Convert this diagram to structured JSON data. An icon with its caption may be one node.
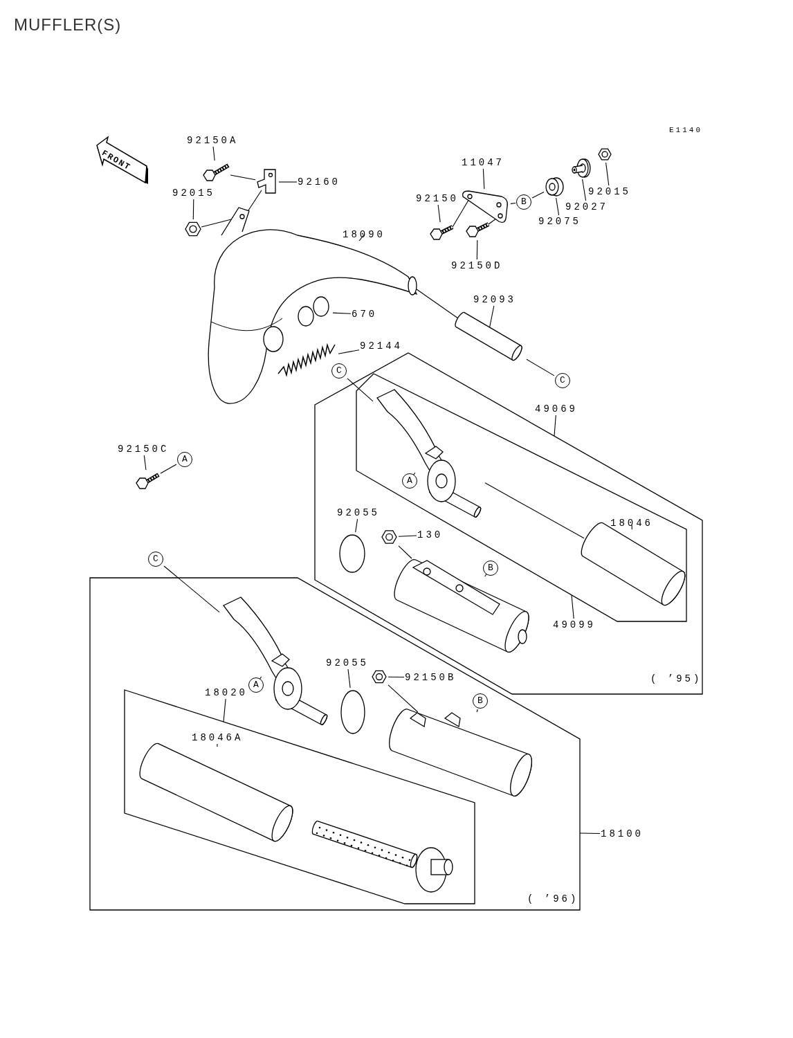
{
  "diagram": {
    "title": "MUFFLER(S)",
    "nodes": [
      {
        "text": [
          "92150A"
        ]
      },
      {
        "text": [],
        "shape": "picture"
      },
      {
        "text": [
          "92160"
        ]
      },
      {
        "text": [],
        "shape": "picture"
      },
      {
        "text": [
          "92015"
        ]
      },
      {
        "text": [],
        "shape": "picture"
      },
      {
        "text": [
          "18090"
        ]
      },
      {
        "text": [],
        "shape": "picture"
      },
      {
        "text": [
          "670"
        ]
      },
      {
        "text": [],
        "shape": "picture"
      },
      {
        "text": [
          "92144"
        ]
      },
      {
        "text": [],
        "shape": "picture"
      },
      {
        "text": [
          "11047"
        ]
      },
      {
        "text": [],
        "shape": "picture"
      },
      {
        "text": [
          "92150"
        ]
      },
      {
        "text": [],
        "shape": "picture"
      },
      {
        "text": [
          "92150D"
        ]
      },
      {
        "text": [],
        "shape": "picture"
      },
      {
        "text": [
          "B"
        ]
      },
      {
        "text": [],
        "shape": "picture"
      },
      {
        "text": [
          "92075"
        ]
      },
      {
        "text": [],
        "shape": "picture"
      },
      {
        "text": [
          "92027"
        ]
      },
      {
        "text": [],
        "shape": "picture"
      },
      {
        "text": [
          "92015"
        ]
      },
      {
        "text": [
          "92093"
        ]
      },
      {
        "text": [],
        "shape": "picture"
      },
      {
        "text": [
          "C"
        ]
      },
      {
        "text": [
          "C"
        ]
      },
      {
        "text": [],
        "shape": "box"
      },
      {
        "text": [
          "49069"
        ]
      },
      {
        "text": [],
        "shape": "box",
        "in": 29
      },
      {
        "text": [
          "49099"
        ],
        "in": 29
      },
      {
        "text": [],
        "shape": "picture",
        "in": 31
      },
      {
        "text": [
          "A"
        ],
        "in": 31
      },
      {
        "text": [
          "18046"
        ],
        "in": 31
      },
      {
        "text": [],
        "shape": "picture",
        "in": 31
      },
      {
        "text": [
          "92055"
        ],
        "in": 29
      },
      {
        "text": [],
        "shape": "circle",
        "in": 29
      },
      {
        "text": [
          "130"
        ],
        "in": 29
      },
      {
        "text": [],
        "shape": "picture",
        "in": 29
      },
      {
        "text": [],
        "shape": "picture",
        "in": 29
      },
      {
        "text": [
          "B"
        ],
        "in": 29
      },
      {
        "text": [
          "92150C"
        ]
      },
      {
        "text": [],
        "shape": "picture"
      },
      {
        "text": [
          "A"
        ]
      },
      {
        "text": [
          "C"
        ]
      },
      {
        "text": [],
        "shape": "box"
      },
      {
        "text": [
          "18100"
        ]
      },
      {
        "text": [],
        "shape": "picture",
        "in": 47
      },
      {
        "text": [
          "A"
        ],
        "in": 47
      },
      {
        "text": [
          "18020"
        ],
        "in": 47
      },
      {
        "text": [],
        "shape": "box",
        "in": 47
      },
      {
        "text": [
          "92055"
        ],
        "in": 47
      },
      {
        "text": [],
        "shape": "circle",
        "in": 47
      },
      {
        "text": [
          "92150B"
        ],
        "in": 47
      },
      {
        "text": [],
        "shape": "picture",
        "in": 47
      },
      {
        "text": [],
        "shape": "picture",
        "in": 47
      },
      {
        "text": [
          "B"
        ],
        "in": 47
      },
      {
        "text": [
          "18046A"
        ],
        "in": 52
      },
      {
        "text": [],
        "shape": "picture",
        "in": 52
      }
    ],
    "edges": [
      {
        "from": 0,
        "to": 1,
        "arrow": "none"
      },
      {
        "from": 2,
        "to": 3,
        "arrow": "none"
      },
      {
        "from": 4,
        "to": 5,
        "arrow": "none"
      },
      {
        "from": 6,
        "to": 7,
        "arrow": "none"
      },
      {
        "from": 8,
        "to": 9,
        "arrow": "none"
      },
      {
        "from": 10,
        "to": 11,
        "arrow": "none"
      },
      {
        "from": 12,
        "to": 13,
        "arrow": "none"
      },
      {
        "from": 14,
        "to": 15,
        "arrow": "none"
      },
      {
        "from": 16,
        "to": 17,
        "arrow": "none"
      },
      {
        "from": 18,
        "to": 13,
        "arrow": "none"
      },
      {
        "from": 18,
        "to": 19,
        "arrow": "none"
      },
      {
        "from": 20,
        "to": 19,
        "arrow": "none"
      },
      {
        "from": 22,
        "to": 21,
        "arrow": "none"
      },
      {
        "from": 24,
        "to": 23,
        "arrow": "none"
      },
      {
        "from": 25,
        "to": 26,
        "arrow": "none"
      },
      {
        "from": 27,
        "to": 26,
        "arrow": "none"
      },
      {
        "from": 7,
        "to": 26,
        "arrow": "none"
      },
      {
        "from": 1,
        "to": 3,
        "arrow": "none"
      },
      {
        "from": 3,
        "to": 7,
        "arrow": "none"
      },
      {
        "from": 5,
        "to": 7,
        "arrow": "none"
      },
      {
        "from": 15,
        "to": 13,
        "arrow": "none"
      },
      {
        "from": 17,
        "to": 13,
        "arrow": "none"
      },
      {
        "from": 28,
        "to": 33,
        "arrow": "none"
      },
      {
        "from": 30,
        "to": 29,
        "arrow": "none"
      },
      {
        "from": 32,
        "to": 31,
        "arrow": "none"
      },
      {
        "from": 34,
        "to": 33,
        "arrow": "none"
      },
      {
        "from": 35,
        "to": 36,
        "arrow": "none"
      },
      {
        "from": 33,
        "to": 36,
        "arrow": "none"
      },
      {
        "from": 37,
        "to": 38,
        "arrow": "none"
      },
      {
        "from": 39,
        "to": 40,
        "arrow": "none"
      },
      {
        "from": 40,
        "to": 41,
        "arrow": "none"
      },
      {
        "from": 42,
        "to": 41,
        "arrow": "none"
      },
      {
        "from": 43,
        "to": 44,
        "arrow": "none"
      },
      {
        "from": 45,
        "to": 44,
        "arrow": "none"
      },
      {
        "from": 46,
        "to": 49,
        "arrow": "none"
      },
      {
        "from": 48,
        "to": 47,
        "arrow": "none"
      },
      {
        "from": 50,
        "to": 49,
        "arrow": "none"
      },
      {
        "from": 51,
        "to": 52,
        "arrow": "none"
      },
      {
        "from": 53,
        "to": 54,
        "arrow": "none"
      },
      {
        "from": 55,
        "to": 56,
        "arrow": "none"
      },
      {
        "from": 56,
        "to": 57,
        "arrow": "none"
      },
      {
        "from": 58,
        "to": 57,
        "arrow": "none"
      },
      {
        "from": 59,
        "to": 60,
        "arrow": "none"
      }
    ],
    "labels": [
      "FRONT",
      "E1140",
      "( ’95)",
      "( ’96)"
    ]
  }
}
